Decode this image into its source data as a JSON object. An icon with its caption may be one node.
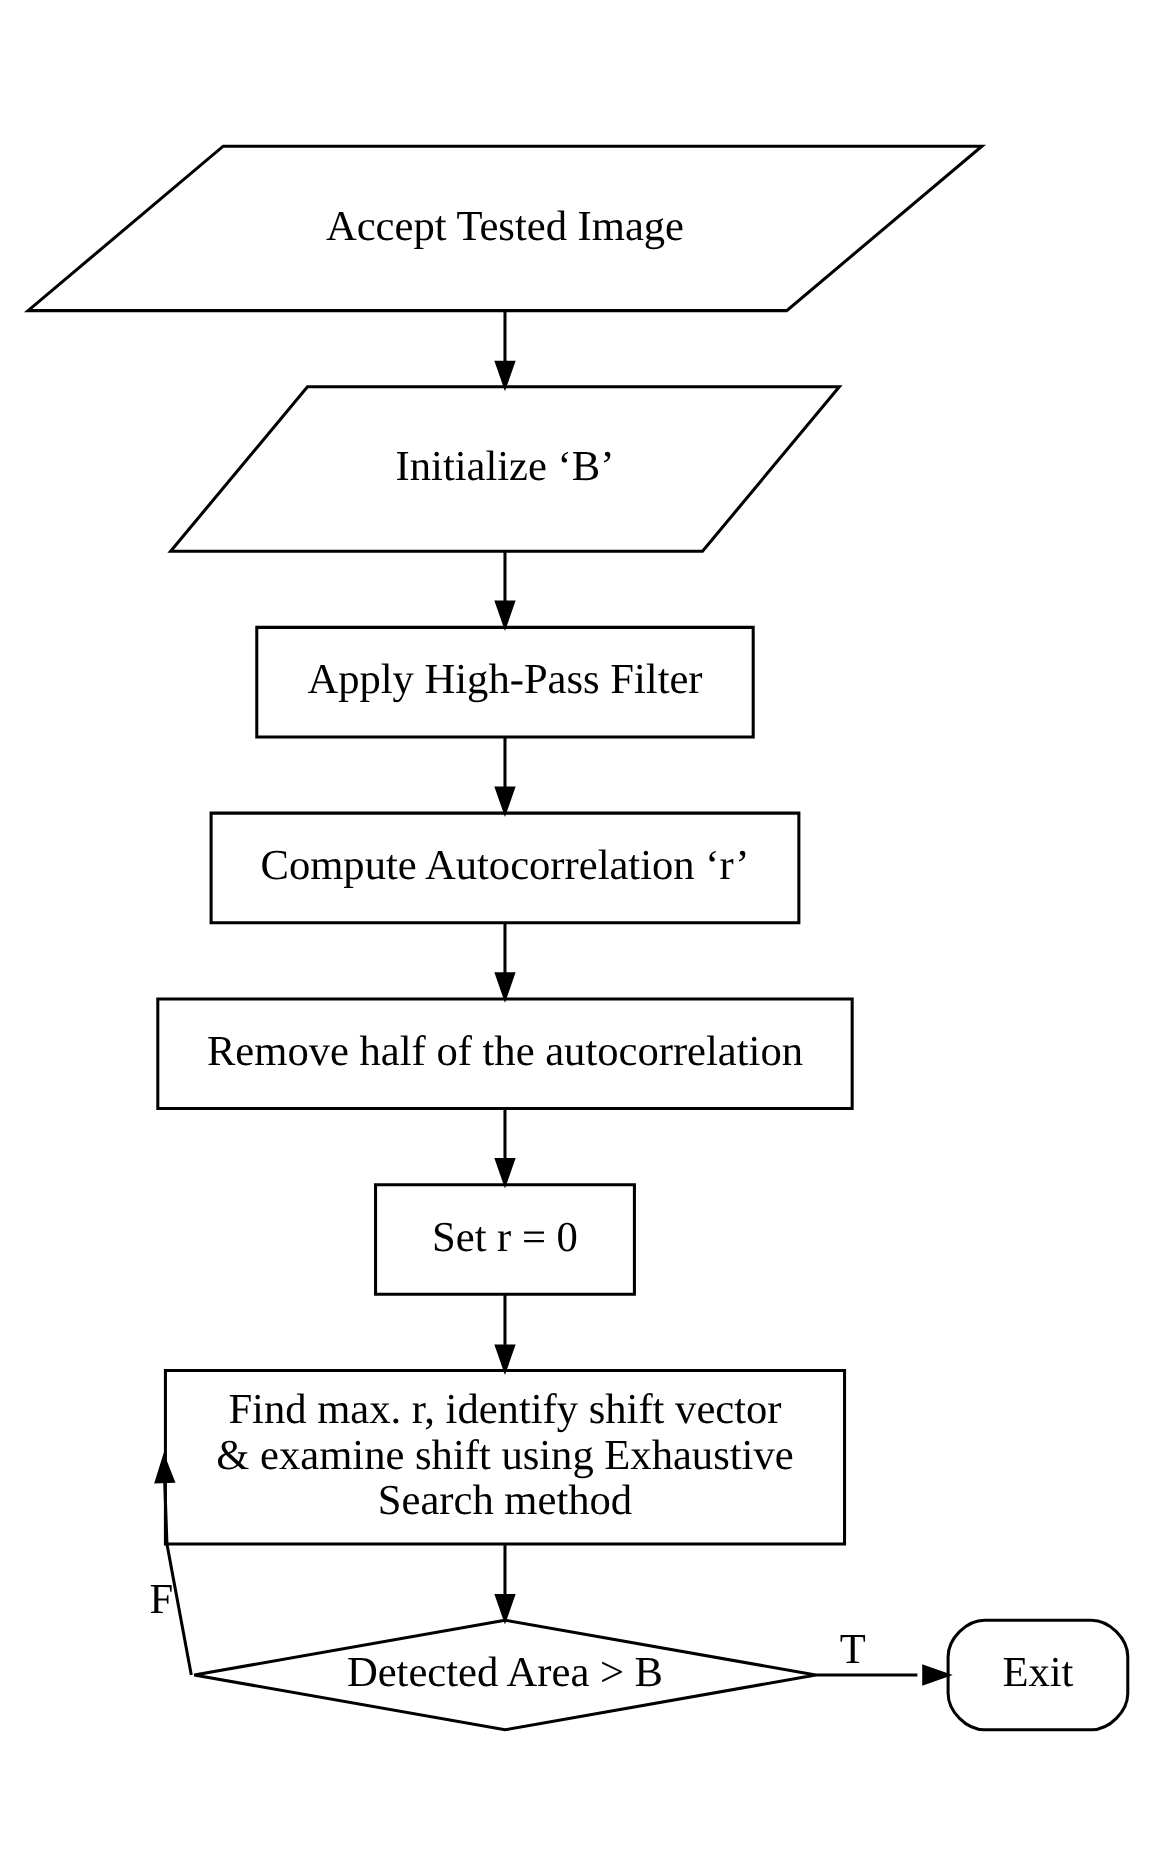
{
  "diagram": {
    "nodes": [
      {
        "text": [
          "Accept Tested Image"
        ]
      },
      {
        "text": [
          "Initialize ‘B’"
        ]
      },
      {
        "text": [
          "Apply High-Pass Filter"
        ]
      },
      {
        "text": [
          "Compute Autocorrelation ‘r’"
        ]
      },
      {
        "text": [
          "Remove half of the autocorrelation"
        ]
      },
      {
        "text": [
          "Set r = 0"
        ]
      },
      {
        "text": [
          "Find max. r, identify shift vector & examine shift using Exhaustive Search method"
        ]
      },
      {
        "text": [
          "Detected Area > B"
        ]
      },
      {
        "text": [
          "Exit"
        ]
      }
    ],
    "edges": [
      {
        "from": 0,
        "to": 1,
        "arrow": "to"
      },
      {
        "from": 1,
        "to": 2,
        "arrow": "to"
      },
      {
        "from": 2,
        "to": 3,
        "arrow": "to"
      },
      {
        "from": 3,
        "to": 4,
        "arrow": "to"
      },
      {
        "from": 4,
        "to": 5,
        "arrow": "to"
      },
      {
        "from": 5,
        "to": 6,
        "arrow": "to"
      },
      {
        "from": 6,
        "to": 7,
        "arrow": "to"
      },
      {
        "from": 7,
        "to": 6,
        "arrow": "to",
        "label": "F"
      },
      {
        "from": 7,
        "to": 8,
        "arrow": "to",
        "label": "T"
      }
    ]
  }
}
